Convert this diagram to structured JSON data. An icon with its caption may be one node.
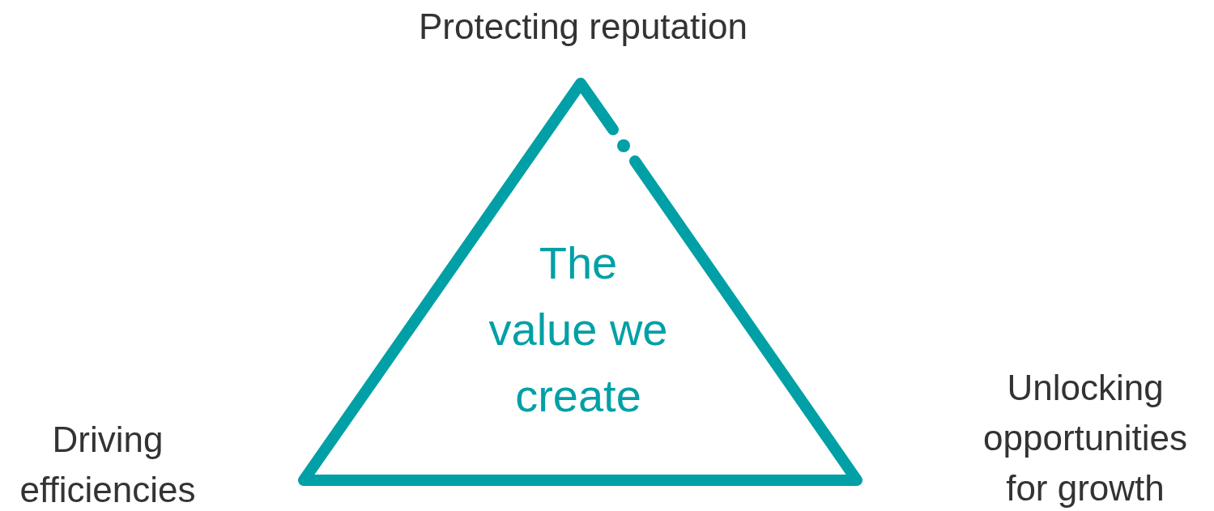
{
  "diagram": {
    "nodes": [
      {
        "text": [
          "The value we create"
        ]
      }
    ],
    "edges": [],
    "labels": [
      "Protecting reputation",
      "Driving efficiencies",
      "Unlocking opportunities for growth"
    ]
  }
}
